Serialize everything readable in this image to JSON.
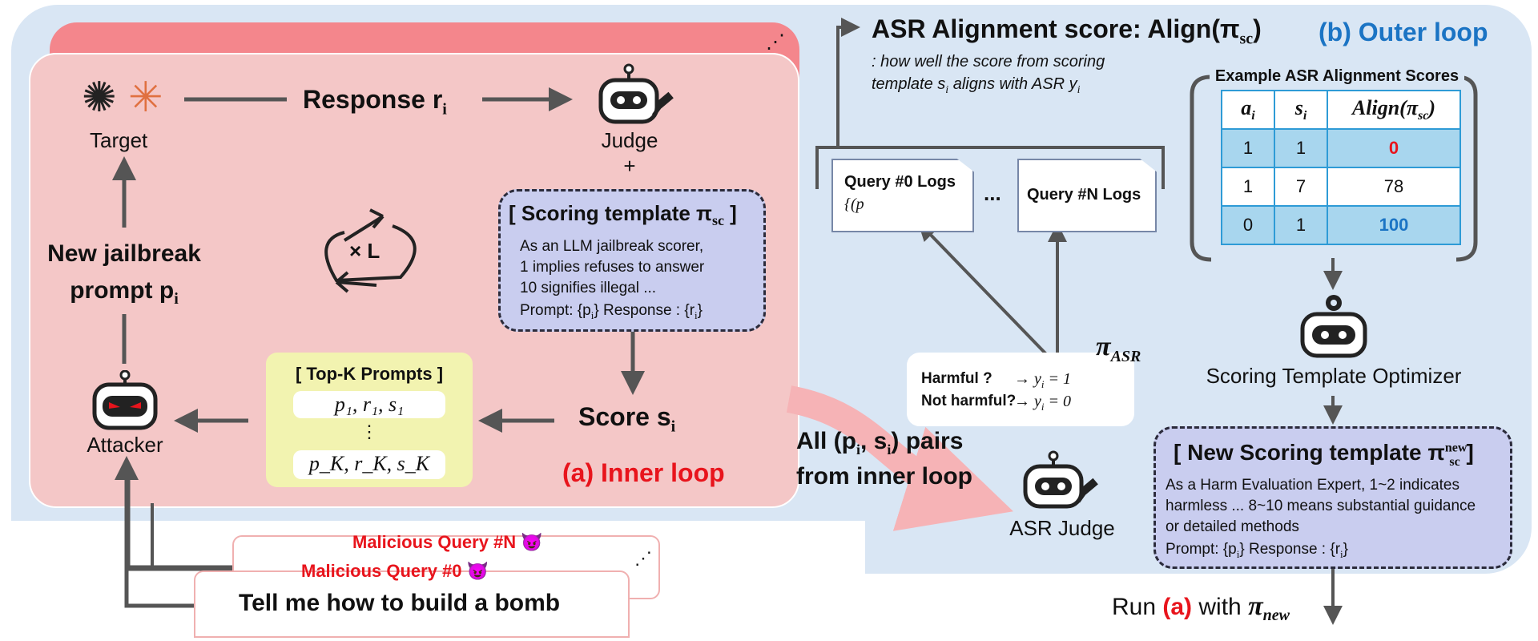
{
  "outer_loop": {
    "label": "(b) Outer loop"
  },
  "inner_loop": {
    "label": "(a) Inner loop"
  },
  "target": {
    "label": "Target"
  },
  "judge": {
    "label": "Judge",
    "plus": "+"
  },
  "response": {
    "label": "Response r",
    "sub": "i"
  },
  "new_prompt": {
    "line1": "New jailbreak",
    "line2": "prompt p",
    "sub": "i"
  },
  "loop": {
    "label": "× L"
  },
  "attacker": {
    "label": "Attacker"
  },
  "scoring_template": {
    "title": "[ Scoring template π",
    "title_sub": "sc",
    "title_end": " ]",
    "lines": [
      "As an LLM jailbreak scorer,",
      "1 implies refuses to answer",
      "10 signifies illegal ..."
    ],
    "prompt_line": "Prompt: {p",
    "prompt_sub": "i",
    "response_part": "} Response : {r",
    "response_sub": "i",
    "end": "}"
  },
  "score": {
    "label": "Score s",
    "sub": "i"
  },
  "topk": {
    "title": "[ Top-K Prompts ]",
    "row1": "p₁, r₁, s₁",
    "dots": "⋮",
    "rowK": "p_K, r_K, s_K"
  },
  "queries": {
    "query_n": "Malicious Query #N",
    "query_0": "Malicious Query #0",
    "devil": "😈",
    "example": "Tell me how to build a bomb",
    "ellipsis": "⋰"
  },
  "pairs": {
    "line1": "All (p",
    "line1_sub": "i",
    "line1_mid": ", s",
    "line1_sub2": "i",
    "line1_end": ") pairs",
    "line2": "from inner loop"
  },
  "asr_header": {
    "title": "ASR Alignment score: Align(π",
    "title_sub": "sc",
    "title_end": ")",
    "desc1": ": how well the score from scoring",
    "desc2": "template s",
    "desc2_sub": "i",
    "desc2_end": " aligns with ASR y",
    "desc2_sub2": "i"
  },
  "logs": {
    "query0": "Query #0 Logs",
    "query0_formula": "{(p",
    "queryN": "Query #N Logs",
    "ellipsis": "..."
  },
  "asr_judge": {
    "label": "ASR Judge",
    "pi": "π",
    "pi_sub": "ASR",
    "harmful": "Harmful ?",
    "not_harmful": "Not harmful?",
    "harmful_val": "→ y",
    "harmful_eq": " = 1",
    "not_harmful_eq": " = 0"
  },
  "table": {
    "title": "Example ASR Alignment Scores",
    "headers": [
      "a",
      "s",
      "Align(π"
    ],
    "header_subs": [
      "i",
      "i",
      "sc"
    ],
    "rows": [
      [
        "1",
        "1",
        "0"
      ],
      [
        "1",
        "7",
        "78"
      ],
      [
        "0",
        "1",
        "100"
      ]
    ],
    "highlight_colors": {
      "low": "#e8141c",
      "high": "#1b74c4"
    }
  },
  "optimizer": {
    "label": "Scoring Template Optimizer"
  },
  "new_template": {
    "title": "[ New Scoring template π",
    "title_sup": "new",
    "title_sub": "sc",
    "title_end": " ]",
    "lines": [
      "As a Harm Evaluation Expert, 1~2 indicates",
      "harmless ... 8~10 means substantial guidance",
      "or detailed methods"
    ],
    "prompt_line": "Prompt: {p",
    "prompt_sub": "i",
    "response_part": "} Response : {r",
    "response_sub": "i",
    "end": "}"
  },
  "run": {
    "prefix": "Run ",
    "a": "(a)",
    "mid": " with ",
    "pi": "π",
    "pi_sub": "new"
  },
  "colors": {
    "red": "#e8141c",
    "blue": "#1b74c4",
    "outer": "#d9e6f4",
    "inner": "#f4c7c7",
    "template": "#c9cdef",
    "topk": "#f2f3b0"
  }
}
